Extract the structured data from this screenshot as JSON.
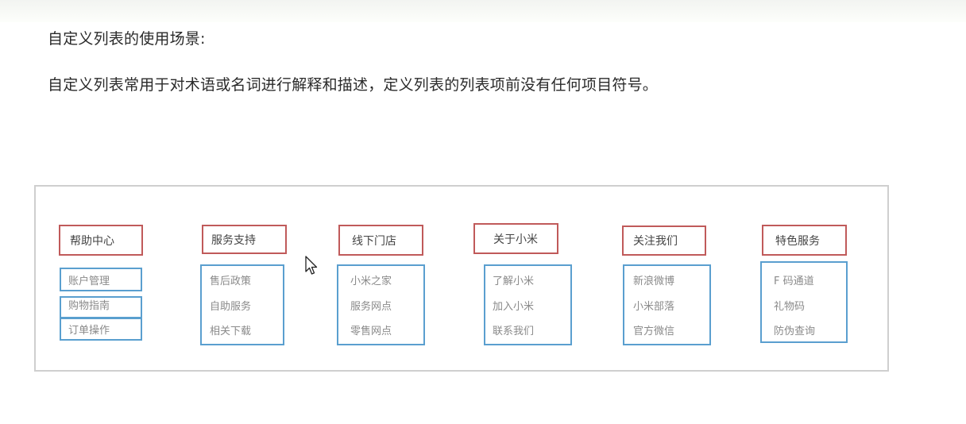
{
  "doc": {
    "heading": "自定义列表的使用场景:",
    "paragraph": "自定义列表常用于对术语或名词进行解释和描述，定义列表的列表项前没有任何项目符号。"
  },
  "demo": {
    "colors": {
      "term_border": "#c05a5a",
      "definition_border": "#5a9fcf",
      "frame_border": "#cfcfcf"
    },
    "columns": [
      {
        "title": "帮助中心",
        "items": [
          "账户管理",
          "购物指南",
          "订单操作"
        ]
      },
      {
        "title": "服务支持",
        "items": [
          "售后政策",
          "自助服务",
          "相关下载"
        ]
      },
      {
        "title": "线下门店",
        "items": [
          "小米之家",
          "服务网点",
          "零售网点"
        ]
      },
      {
        "title": "关于小米",
        "items": [
          "了解小米",
          "加入小米",
          "联系我们"
        ]
      },
      {
        "title": "关注我们",
        "items": [
          "新浪微博",
          "小米部落",
          "官方微信"
        ]
      },
      {
        "title": "特色服务",
        "items": [
          "F 码通道",
          "礼物码",
          "防伪查询"
        ]
      }
    ]
  }
}
